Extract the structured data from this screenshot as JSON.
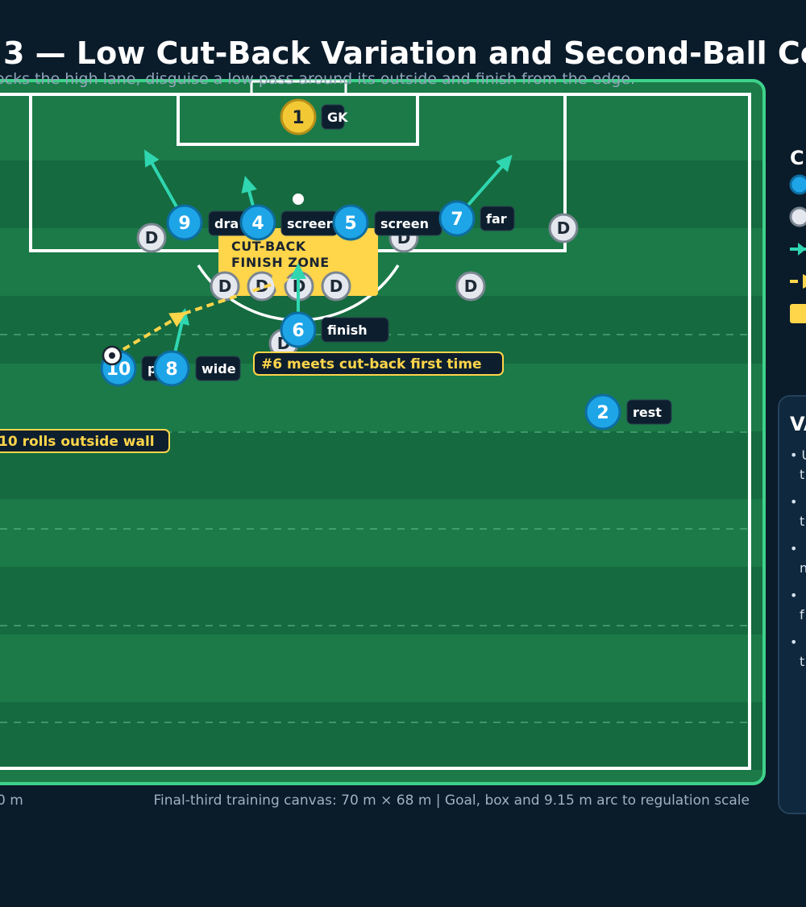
{
  "title": "3 — Low Cut-Back Variation and Second-Ball Co",
  "subtitle": "ocks the high lane, disguise a low pass around its outside and finish from the edge.",
  "footer": {
    "left": "0 m",
    "right": "Final-third training canvas: 70 m × 68 m | Goal, box and 9.15 m arc to regulation scale"
  },
  "zone": {
    "line1": "CUT-BACK",
    "line2": "FINISH ZONE"
  },
  "callouts": {
    "first_time": "#6 meets cut-back first time",
    "outside_wall": "10 rolls outside wall"
  },
  "players": [
    {
      "num": "1",
      "tag": "GK",
      "role": "goalkeeper"
    },
    {
      "num": "9",
      "tag": "dra"
    },
    {
      "num": "4",
      "tag": "screer"
    },
    {
      "num": "5",
      "tag": "screen"
    },
    {
      "num": "7",
      "tag": "far"
    },
    {
      "num": "6",
      "tag": "finish"
    },
    {
      "num": "10",
      "tag": "p"
    },
    {
      "num": "8",
      "tag": "wide"
    },
    {
      "num": "2",
      "tag": "rest"
    }
  ],
  "defender_label": "D",
  "legend": {
    "title": "C",
    "items": [
      {
        "kind": "attacker"
      },
      {
        "kind": "defender"
      },
      {
        "kind": "run-arrow"
      },
      {
        "kind": "pass-arrow"
      },
      {
        "kind": "zone"
      }
    ]
  },
  "variations": {
    "title": "VA",
    "bullets": [
      "• U",
      "t",
      "• ",
      "t",
      "• ",
      "n",
      "• ",
      "f",
      "• ",
      "t"
    ]
  },
  "colors": {
    "background": "#0a1b2a",
    "pitch_light": "#1b7a48",
    "pitch_dark": "#156a3f",
    "pitch_border": "#3ed28a",
    "attacker": "#1ea5e8",
    "goalkeeper": "#f2c935",
    "defender": "#e4e8ee",
    "run_arrow": "#2fd6b0",
    "pass_arrow": "#ffd54a",
    "zone": "#ffd54a"
  }
}
